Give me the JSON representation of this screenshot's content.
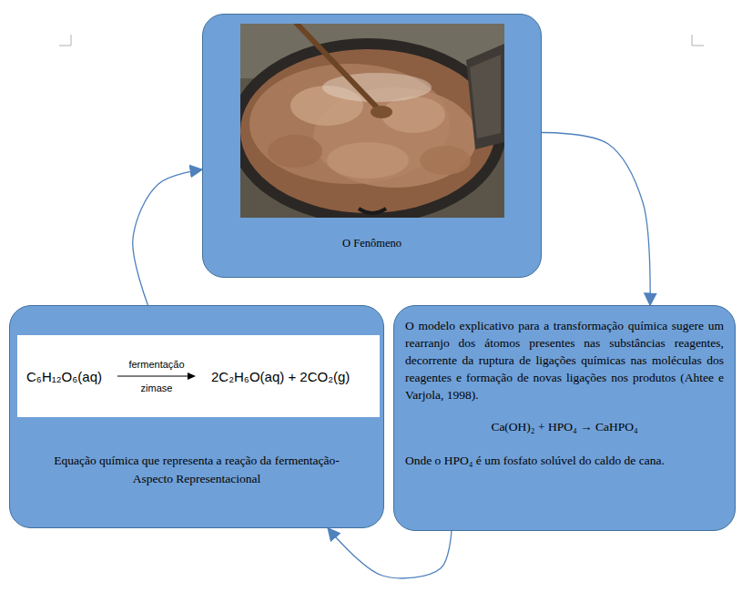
{
  "diagram": {
    "nodes": [
      {
        "text": [
          "O Fenômeno"
        ]
      },
      {
        "text": [
          "Equação química que representa a reação da fermentação- Aspecto Representacional"
        ]
      },
      {
        "text": [
          "C₆H₁₂O₆(aq)",
          "fermentação",
          "zimase",
          "2C₂H₆O(aq) + 2CO₂(g)"
        ],
        "in": 1
      },
      {
        "text": [
          "O modelo explicativo para a transformação química sugere um rearranjo dos átomos presentes nas substâncias reagentes, decorrente da ruptura de ligações químicas nas moléculas dos reagentes e formação de novas ligações nos produtos (Ahtee e Varjola, 1998).",
          "Ca(OH)₂ + HPO₄ → CaHPO₄",
          "Onde o HPO₄ é um fosfato solúvel do caldo de cana."
        ]
      }
    ],
    "edges": [
      {
        "from": 0,
        "to": 3,
        "arrow": "to"
      },
      {
        "from": 3,
        "to": 1,
        "arrow": "to"
      },
      {
        "from": 1,
        "to": 0,
        "arrow": "to"
      }
    ]
  }
}
